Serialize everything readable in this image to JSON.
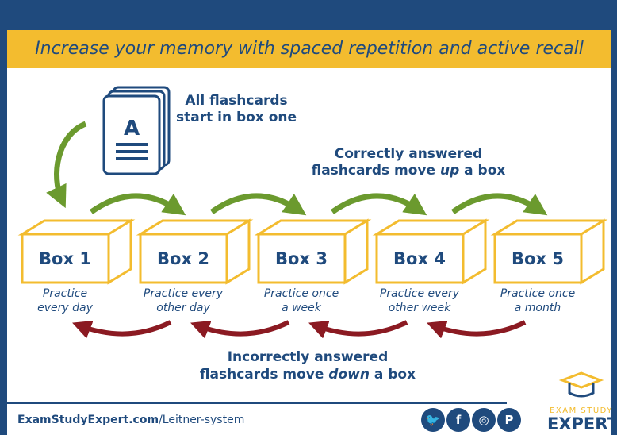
{
  "subtitle": "Increase your memory with spaced repetition and active recall",
  "card_letter": "A",
  "start_note": {
    "line1": "All flashcards",
    "line2": "start in box one"
  },
  "up_note": {
    "line1": "Correctly answered",
    "line2_pre": "flashcards move ",
    "line2_em": "up",
    "line2_post": " a box"
  },
  "down_note": {
    "line1": "Incorrectly answered",
    "line2_pre": "flashcards move ",
    "line2_em": "down",
    "line2_post": " a box"
  },
  "boxes": [
    {
      "label": "Box 1",
      "line1": "Practice",
      "line2": "every day"
    },
    {
      "label": "Box 2",
      "line1": "Practice every",
      "line2": "other day"
    },
    {
      "label": "Box 3",
      "line1": "Practice once",
      "line2": "a week"
    },
    {
      "label": "Box 4",
      "line1": "Practice every",
      "line2": "other week"
    },
    {
      "label": "Box 5",
      "line1": "Practice once",
      "line2": "a month"
    }
  ],
  "footer": {
    "domain": "ExamStudyExpert.com",
    "path": "/Leitner-system"
  },
  "social_icons": [
    {
      "name": "twitter-icon",
      "glyph": "🐦"
    },
    {
      "name": "facebook-icon",
      "glyph": "f"
    },
    {
      "name": "instagram-icon",
      "glyph": "◎"
    },
    {
      "name": "pinterest-icon",
      "glyph": "P"
    }
  ],
  "brand": {
    "top": "EXAM STUDY",
    "bottom": "EXPERT"
  },
  "colors": {
    "navy": "#1f4a7d",
    "gold": "#f3bc2f",
    "green": "#6b9a2e",
    "red": "#8b1a22"
  }
}
